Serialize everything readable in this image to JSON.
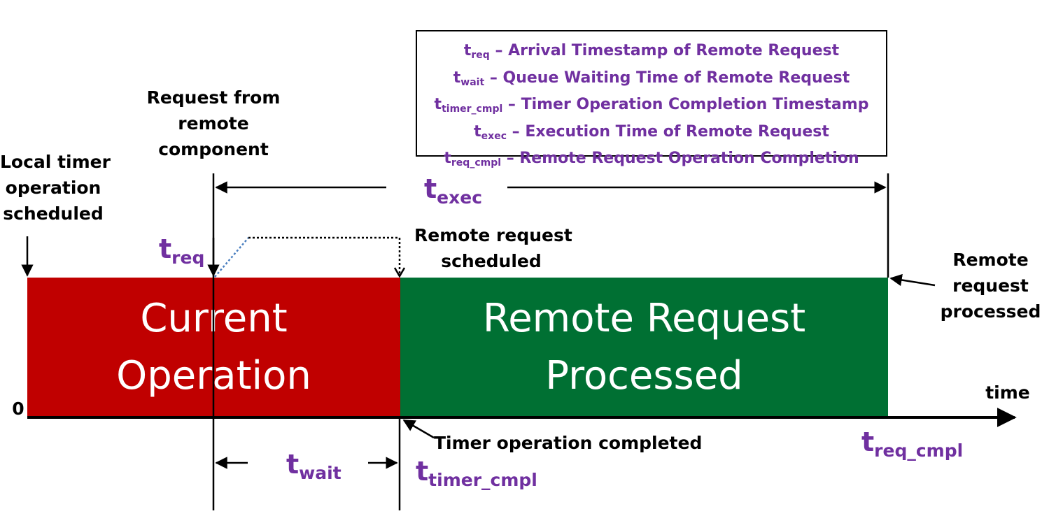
{
  "blocks": {
    "current": {
      "line1": "Current",
      "line2": "Operation",
      "color": "#c00000"
    },
    "remote": {
      "line1": "Remote Request",
      "line2": "Processed",
      "color": "#007033"
    }
  },
  "labels": {
    "local_timer": [
      "Local timer",
      "operation",
      "scheduled"
    ],
    "request_from": [
      "Request from",
      "remote",
      "component"
    ],
    "remote_scheduled": [
      "Remote request",
      "scheduled"
    ],
    "remote_processed": [
      "Remote",
      "request",
      "processed"
    ],
    "timer_completed": "Timer operation completed",
    "time": "time",
    "zero": "0"
  },
  "symbols": {
    "t": "t",
    "req": "req",
    "exec": "exec",
    "wait": "wait",
    "timer_cmpl": "timer_cmpl",
    "req_cmpl": "req_cmpl"
  },
  "legend": [
    {
      "base": "t",
      "sub": "req",
      "text": " – Arrival Timestamp of Remote Request"
    },
    {
      "base": "t",
      "sub": "wait",
      "text": " – Queue Waiting Time of Remote Request"
    },
    {
      "base": "t",
      "sub": "timer_cmpl",
      "text": " – Timer Operation Completion Timestamp"
    },
    {
      "base": "t",
      "sub": "exec",
      "text": " – Execution Time of Remote Request"
    },
    {
      "base": "t",
      "sub": "req_cmpl",
      "text": " – Remote Request Operation Completion"
    }
  ],
  "colors": {
    "accent": "#7030a0",
    "current_block": "#c00000",
    "remote_block": "#007033",
    "dotted_blue": "#4a7fc0"
  }
}
